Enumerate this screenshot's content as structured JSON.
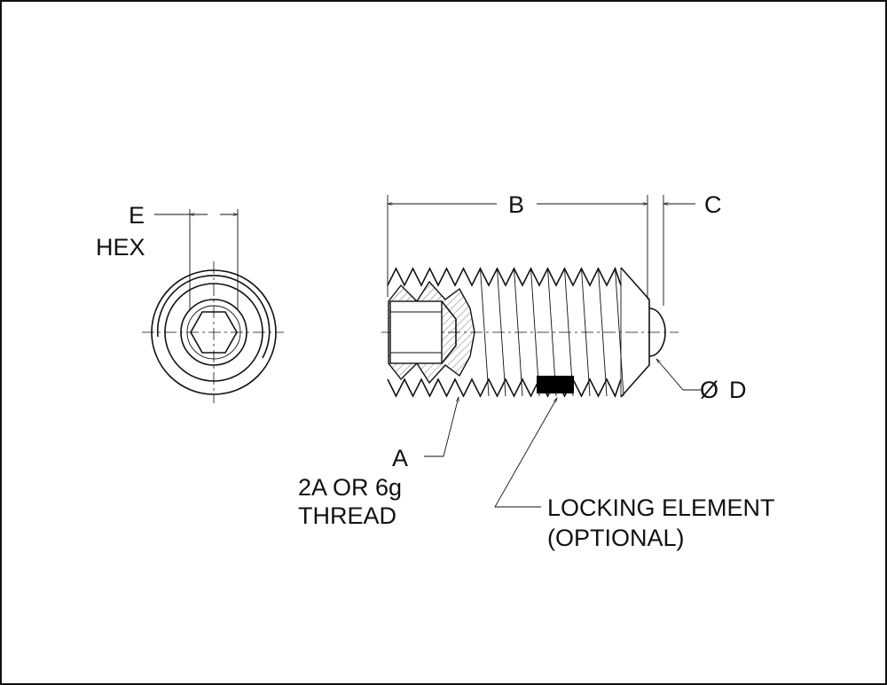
{
  "diagram": {
    "labels": {
      "hex_dimension": "E",
      "hex_word": "HEX",
      "length_dimension": "B",
      "nose_dimension": "C",
      "ball_diameter_symbol": "Ø",
      "ball_diameter": "D",
      "thread_callout": "A",
      "thread_class": "2A OR 6g",
      "thread_word": "THREAD",
      "locking_element": "LOCKING ELEMENT",
      "locking_optional": "(OPTIONAL)"
    },
    "colors": {
      "line": "#111111",
      "background": "#ffffff",
      "locking_patch": "#000000"
    }
  }
}
